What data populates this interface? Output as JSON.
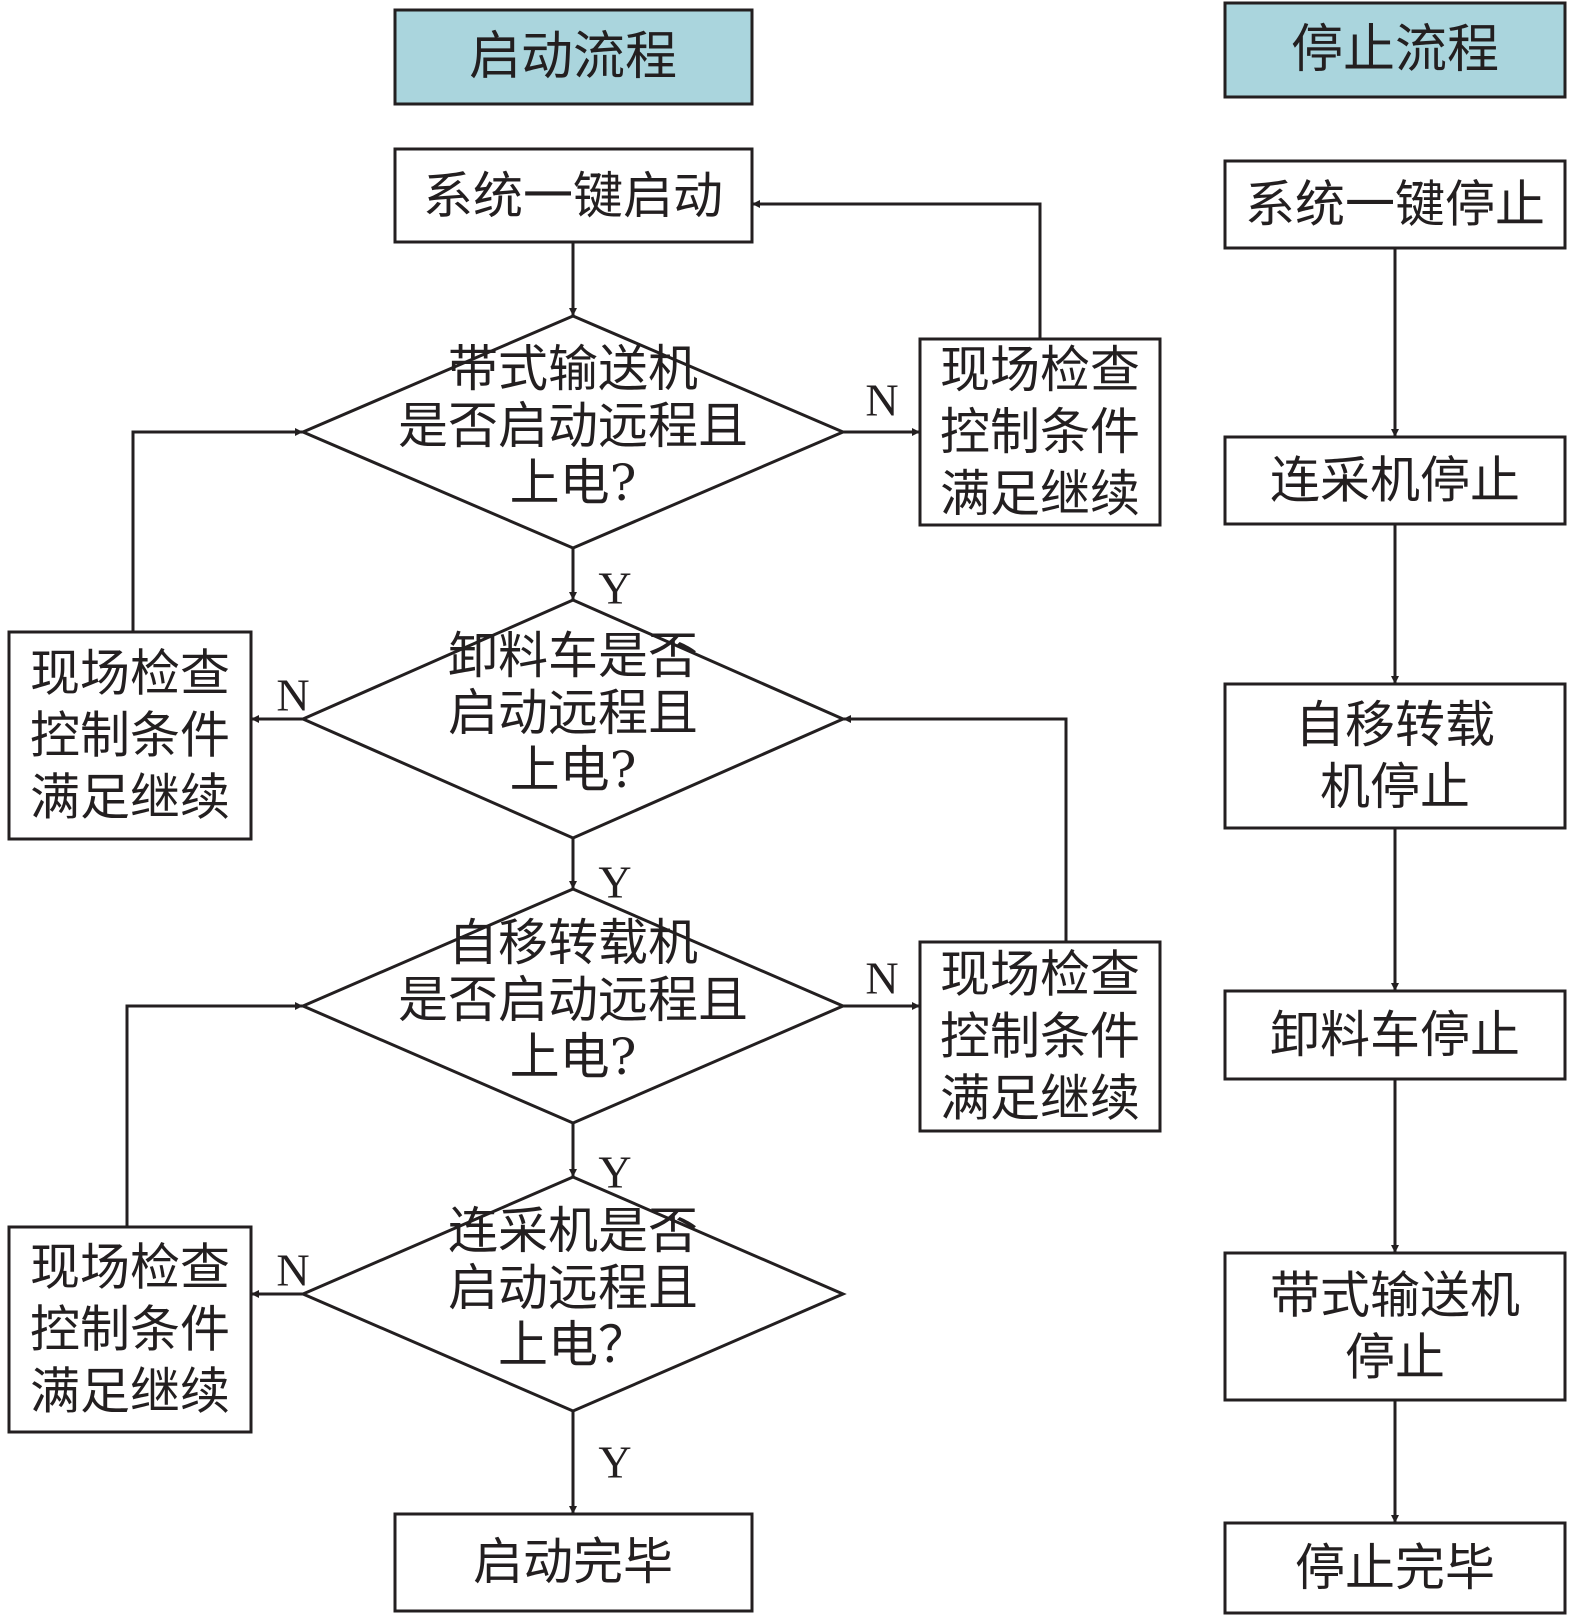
{
  "colors": {
    "header_fill": "#aad5dd",
    "stroke": "#231f20",
    "background": "#ffffff"
  },
  "start_flow": {
    "header": "启动流程",
    "start_node": "系统一键启动",
    "decisions": [
      {
        "lines": [
          "带式输送机",
          "是否启动远程且",
          "上电?"
        ],
        "yes": "Y",
        "no": "N",
        "no_side": "right"
      },
      {
        "lines": [
          "卸料车是否",
          "启动远程且",
          "上电?"
        ],
        "yes": "Y",
        "no": "N",
        "no_side": "left"
      },
      {
        "lines": [
          "自移转载机",
          "是否启动远程且",
          "上电?"
        ],
        "yes": "Y",
        "no": "N",
        "no_side": "right"
      },
      {
        "lines": [
          "连采机是否",
          "启动远程且",
          "上电？"
        ],
        "yes": "Y",
        "no": "N",
        "no_side": "left"
      }
    ],
    "check_boxes": [
      {
        "lines": [
          "现场检查",
          "控制条件",
          "满足继续"
        ]
      },
      {
        "lines": [
          "现场检查",
          "控制条件",
          "满足继续"
        ]
      },
      {
        "lines": [
          "现场检查",
          "控制条件",
          "满足继续"
        ]
      },
      {
        "lines": [
          "现场检查",
          "控制条件",
          "满足继续"
        ]
      }
    ],
    "end_node": "启动完毕"
  },
  "stop_flow": {
    "header": "停止流程",
    "steps": [
      {
        "lines": [
          "系统一键停止"
        ]
      },
      {
        "lines": [
          "连采机停止"
        ]
      },
      {
        "lines": [
          "自移转载",
          "机停止"
        ]
      },
      {
        "lines": [
          "卸料车停止"
        ]
      },
      {
        "lines": [
          "带式输送机",
          "停止"
        ]
      },
      {
        "lines": [
          "停止完毕"
        ]
      }
    ]
  }
}
